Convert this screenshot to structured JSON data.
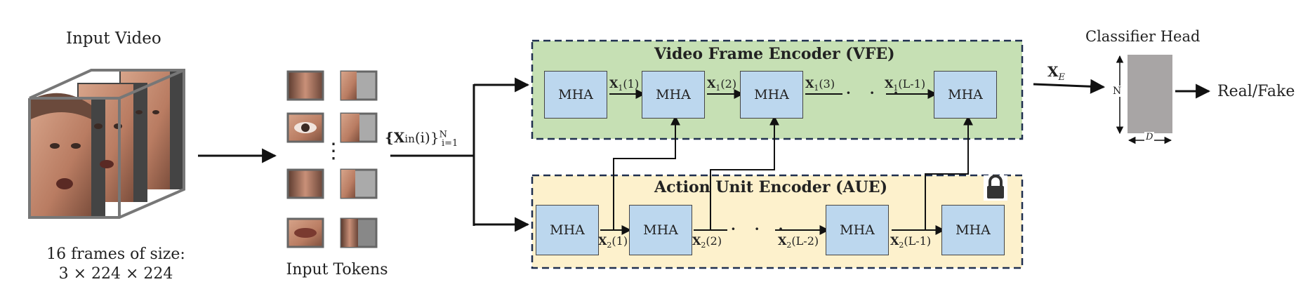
{
  "input_video": {
    "title": "Input Video",
    "caption_line1": "16 frames of size:",
    "caption_line2": "3 × 224 × 224"
  },
  "tokens": {
    "caption": "Input Tokens"
  },
  "input_set_label": {
    "main": "{X",
    "sub_in": "in",
    "arg": "(i)}",
    "sup": "N",
    "sub_range": "i=1"
  },
  "vfe": {
    "title": "Video Frame Encoder (VFE)",
    "block_label": "MHA",
    "edge_labels": [
      {
        "base": "X",
        "sub": "1",
        "arg": "(1)"
      },
      {
        "base": "X",
        "sub": "1",
        "arg": "(2)"
      },
      {
        "base": "X",
        "sub": "1",
        "arg": "(3)"
      },
      {
        "base": "X",
        "sub": "1",
        "arg": "(L-1)"
      }
    ],
    "fill": "#c6e0b4"
  },
  "aue": {
    "title": "Action Unit Encoder (AUE)",
    "block_label": "MHA",
    "edge_labels": [
      {
        "base": "X",
        "sub": "2",
        "arg": "(1)"
      },
      {
        "base": "X",
        "sub": "2",
        "arg": "(2)"
      },
      {
        "base": "X",
        "sub": "2",
        "arg": "(L-2)"
      },
      {
        "base": "X",
        "sub": "2",
        "arg": "(L-1)"
      }
    ],
    "fill": "#fdf1cc",
    "lock_icon": "lock-icon"
  },
  "classifier": {
    "title": "Classifier Head",
    "input_label_base": "X",
    "input_label_sub": "E",
    "dim_n": "N",
    "dim_d": "D",
    "output": "Real/Fake",
    "fill": "#a8a5a5"
  },
  "dots": "· · ·",
  "vdots": "⋮"
}
